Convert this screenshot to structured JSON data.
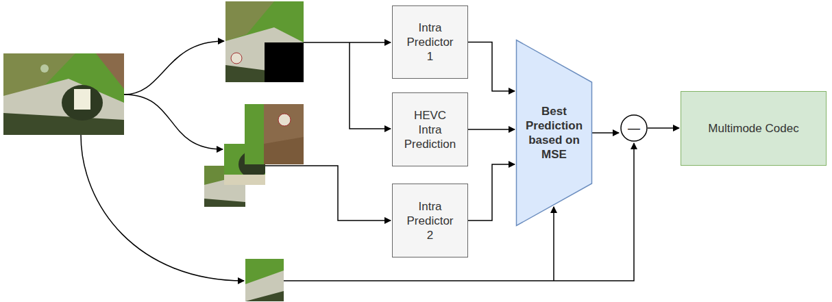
{
  "diagram": {
    "nodes": [
      {
        "text": [
          "Intra Predictor 1"
        ]
      },
      {
        "text": [
          "HEVC Intra Prediction"
        ]
      },
      {
        "text": [
          "Intra Predictor 2"
        ]
      },
      {
        "text": [
          "Best Prediction based on MSE"
        ]
      },
      {
        "text": [
          "—"
        ]
      },
      {
        "text": [
          "Multimode Codec"
        ]
      }
    ],
    "edges": [
      {
        "from": 0,
        "to": 3,
        "arrow": "to"
      },
      {
        "from": 1,
        "to": 3,
        "arrow": "to"
      },
      {
        "from": 2,
        "to": 3,
        "arrow": "to"
      },
      {
        "from": 3,
        "to": 4,
        "arrow": "to"
      },
      {
        "from": 4,
        "to": 5,
        "arrow": "to"
      }
    ]
  }
}
